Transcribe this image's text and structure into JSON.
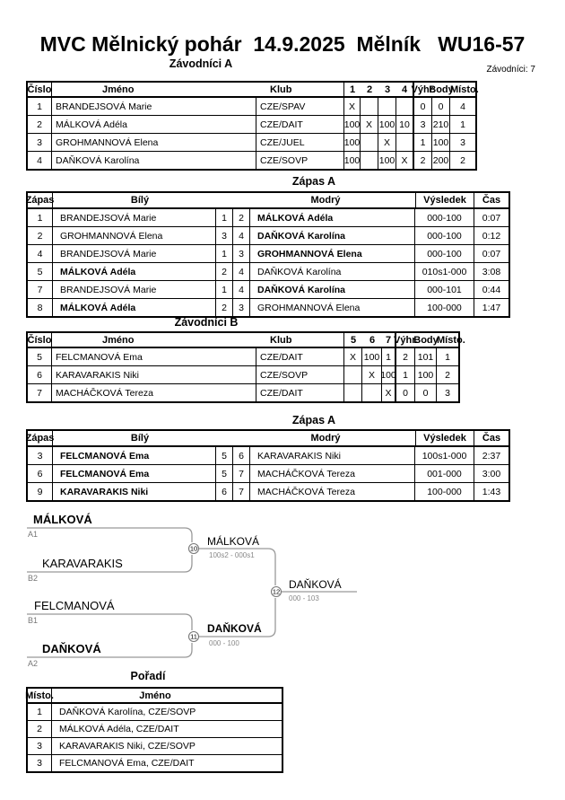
{
  "title": "MVC Mělnický pohár  14.9.2025  Mělník   WU16-57",
  "competitors_count": "Závodníci: 7",
  "colors": {
    "bracket_line": "#999999",
    "muted_text": "#777777",
    "border": "#000000"
  },
  "sections": {
    "group_a_heading": "Závodníci A",
    "match_a1_heading": "Zápas A",
    "group_b_heading": "Závodníci B",
    "match_a2_heading": "Zápas A",
    "ranking_heading": "Pořadí"
  },
  "group_a": {
    "headers": {
      "number": "Číslo",
      "name": "Jméno",
      "club": "Klub",
      "c1": "1",
      "c2": "2",
      "c3": "3",
      "c4": "4",
      "wins": "Výhr.",
      "points": "Body",
      "place": "Místo."
    },
    "rows": [
      {
        "number": "1",
        "name": "BRANDEJSOVÁ Marie",
        "club": "CZE/SPAV",
        "results": [
          "X",
          "",
          "",
          ""
        ],
        "wins": "0",
        "points": "0",
        "place": "4"
      },
      {
        "number": "2",
        "name": "MÁLKOVÁ Adéla",
        "club": "CZE/DAIT",
        "results": [
          "100",
          "X",
          "100",
          "10"
        ],
        "wins": "3",
        "points": "210",
        "place": "1"
      },
      {
        "number": "3",
        "name": "GROHMANNOVÁ Elena",
        "club": "CZE/JUEL",
        "results": [
          "100",
          "",
          "X",
          ""
        ],
        "wins": "1",
        "points": "100",
        "place": "3"
      },
      {
        "number": "4",
        "name": "DAŇKOVÁ Karolína",
        "club": "CZE/SOVP",
        "results": [
          "100",
          "",
          "100",
          "X"
        ],
        "wins": "2",
        "points": "200",
        "place": "2"
      }
    ]
  },
  "match_a1": {
    "headers": {
      "match": "Zápas",
      "white": "Bílý",
      "blue": "Modrý",
      "result": "Výsledek",
      "time": "Čas"
    },
    "rows": [
      {
        "match": "1",
        "white": "BRANDEJSOVÁ Marie",
        "white_bold": "0",
        "wn": "1",
        "bn": "2",
        "blue": "MÁLKOVÁ Adéla",
        "blue_bold": "1",
        "result": "000-100",
        "time": "0:07"
      },
      {
        "match": "2",
        "white": "GROHMANNOVÁ Elena",
        "white_bold": "0",
        "wn": "3",
        "bn": "4",
        "blue": "DAŇKOVÁ Karolína",
        "blue_bold": "1",
        "result": "000-100",
        "time": "0:12"
      },
      {
        "match": "4",
        "white": "BRANDEJSOVÁ Marie",
        "white_bold": "0",
        "wn": "1",
        "bn": "3",
        "blue": "GROHMANNOVÁ Elena",
        "blue_bold": "1",
        "result": "000-100",
        "time": "0:07"
      },
      {
        "match": "5",
        "white": "MÁLKOVÁ Adéla",
        "white_bold": "1",
        "wn": "2",
        "bn": "4",
        "blue": "DAŇKOVÁ Karolína",
        "blue_bold": "0",
        "result": "010s1-000",
        "time": "3:08"
      },
      {
        "match": "7",
        "white": "BRANDEJSOVÁ Marie",
        "white_bold": "0",
        "wn": "1",
        "bn": "4",
        "blue": "DAŇKOVÁ Karolína",
        "blue_bold": "1",
        "result": "000-101",
        "time": "0:44"
      },
      {
        "match": "8",
        "white": "MÁLKOVÁ Adéla",
        "white_bold": "1",
        "wn": "2",
        "bn": "3",
        "blue": "GROHMANNOVÁ Elena",
        "blue_bold": "0",
        "result": "100-000",
        "time": "1:47"
      }
    ]
  },
  "group_b": {
    "headers": {
      "number": "Číslo",
      "name": "Jméno",
      "club": "Klub",
      "c1": "5",
      "c2": "6",
      "c3": "7",
      "wins": "Výhr.",
      "points": "Body",
      "place": "Místo."
    },
    "rows": [
      {
        "number": "5",
        "name": "FELCMANOVÁ Ema",
        "club": "CZE/DAIT",
        "results": [
          "X",
          "100",
          "1"
        ],
        "wins": "2",
        "points": "101",
        "place": "1"
      },
      {
        "number": "6",
        "name": "KARAVARAKIS Niki",
        "club": "CZE/SOVP",
        "results": [
          "",
          "X",
          "100"
        ],
        "wins": "1",
        "points": "100",
        "place": "2"
      },
      {
        "number": "7",
        "name": "MACHÁČKOVÁ Tereza",
        "club": "CZE/DAIT",
        "results": [
          "",
          "",
          "X"
        ],
        "wins": "0",
        "points": "0",
        "place": "3"
      }
    ]
  },
  "match_a2": {
    "headers": {
      "match": "Zápas",
      "white": "Bílý",
      "blue": "Modrý",
      "result": "Výsledek",
      "time": "Čas"
    },
    "rows": [
      {
        "match": "3",
        "white": "FELCMANOVÁ Ema",
        "white_bold": "1",
        "wn": "5",
        "bn": "6",
        "blue": "KARAVARAKIS Niki",
        "blue_bold": "0",
        "result": "100s1-000",
        "time": "2:37"
      },
      {
        "match": "6",
        "white": "FELCMANOVÁ Ema",
        "white_bold": "1",
        "wn": "5",
        "bn": "7",
        "blue": "MACHÁČKOVÁ Tereza",
        "blue_bold": "0",
        "result": "001-000",
        "time": "3:00"
      },
      {
        "match": "9",
        "white": "KARAVARAKIS Niki",
        "white_bold": "1",
        "wn": "6",
        "bn": "7",
        "blue": "MACHÁČKOVÁ Tereza",
        "blue_bold": "0",
        "result": "100-000",
        "time": "1:43"
      }
    ]
  },
  "bracket": {
    "seeds": [
      {
        "name": "MÁLKOVÁ",
        "bold": "1",
        "seed": "A1"
      },
      {
        "name": "KARAVARAKIS",
        "bold": "0",
        "seed": "B2"
      },
      {
        "name": "FELCMANOVÁ",
        "bold": "0",
        "seed": "B1"
      },
      {
        "name": "DAŇKOVÁ",
        "bold": "1",
        "seed": "A2"
      }
    ],
    "matches": [
      {
        "number": "10",
        "winner": "MÁLKOVÁ",
        "bold": "0",
        "score": "100s2 - 000s1"
      },
      {
        "number": "11",
        "winner": "DAŇKOVÁ",
        "bold": "1",
        "score": "000 - 100"
      },
      {
        "number": "12",
        "winner": "DAŇKOVÁ",
        "bold": "0",
        "score": "000 - 103"
      }
    ]
  },
  "ranking": {
    "headers": {
      "place": "Místo.",
      "name": "Jméno"
    },
    "rows": [
      {
        "place": "1",
        "name": "DAŇKOVÁ Karolína, CZE/SOVP"
      },
      {
        "place": "2",
        "name": "MÁLKOVÁ Adéla, CZE/DAIT"
      },
      {
        "place": "3",
        "name": "KARAVARAKIS Niki, CZE/SOVP"
      },
      {
        "place": "3",
        "name": "FELCMANOVÁ Ema, CZE/DAIT"
      }
    ]
  }
}
